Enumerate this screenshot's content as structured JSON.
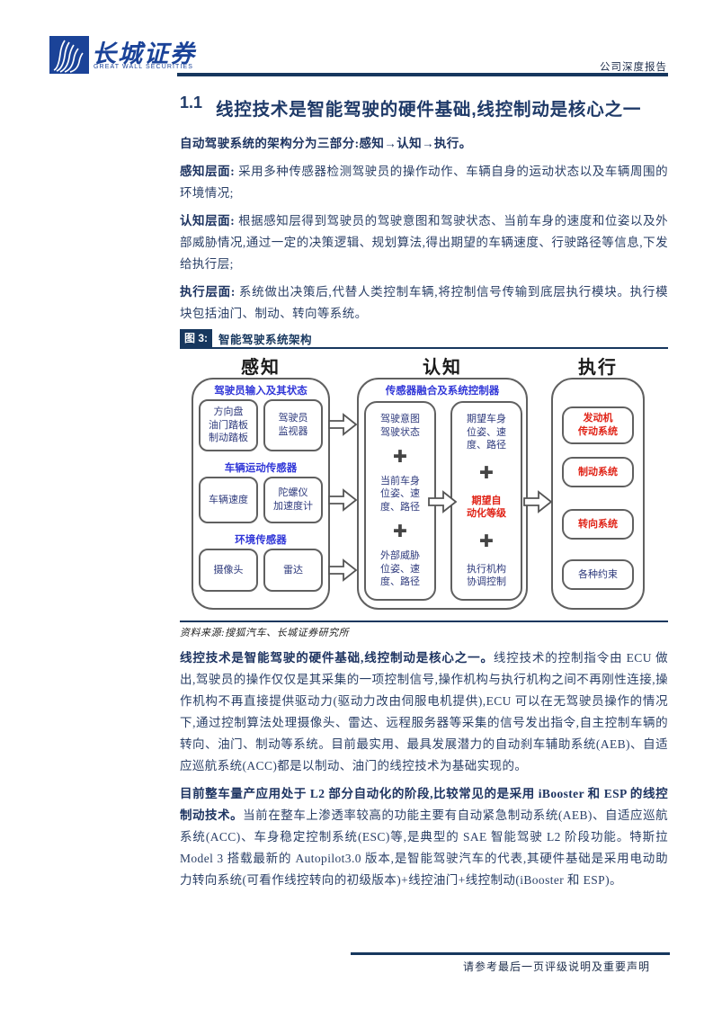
{
  "header": {
    "brand_cn": "长城证券",
    "brand_en": "GREAT WALL SECURITIES",
    "report_type": "公司深度报告"
  },
  "section": {
    "number": "1.1",
    "title": "线控技术是智能驾驶的硬件基础,线控制动是核心之一"
  },
  "paragraphs": {
    "intro": "自动驾驶系统的架构分为三部分:感知→认知→执行。",
    "p1_lead": "感知层面:",
    "p1_body": "采用多种传感器检测驾驶员的操作动作、车辆自身的运动状态以及车辆周围的环境情况;",
    "p2_lead": "认知层面:",
    "p2_body": "根据感知层得到驾驶员的驾驶意图和驾驶状态、当前车身的速度和位姿以及外部威胁情况,通过一定的决策逻辑、规划算法,得出期望的车辆速度、行驶路径等信息,下发给执行层;",
    "p3_lead": "执行层面:",
    "p3_body": "系统做出决策后,代替人类控制车辆,将控制信号传输到底层执行模块。执行模块包括油门、制动、转向等系统。",
    "p4_lead": "线控技术是智能驾驶的硬件基础,线控制动是核心之一。",
    "p4_body": "线控技术的控制指令由 ECU 做出,驾驶员的操作仅仅是其采集的一项控制信号,操作机构与执行机构之间不再刚性连接,操作机构不再直接提供驱动力(驱动力改由伺服电机提供),ECU 可以在无驾驶员操作的情况下,通过控制算法处理摄像头、雷达、远程服务器等采集的信号发出指令,自主控制车辆的转向、油门、制动等系统。目前最实用、最具发展潜力的自动刹车辅助系统(AEB)、自适应巡航系统(ACC)都是以制动、油门的线控技术为基础实现的。",
    "p5_lead": "目前整车量产应用处于 L2 部分自动化的阶段,比较常见的是采用 iBooster 和 ESP 的线控制动技术。",
    "p5_body": "当前在整车上渗透率较高的功能主要有自动紧急制动系统(AEB)、自适应巡航系统(ACC)、车身稳定控制系统(ESC)等,是典型的 SAE 智能驾驶 L2 阶段功能。特斯拉 Model 3 搭载最新的 Autopilot3.0 版本,是智能驾驶汽车的代表,其硬件基础是采用电动助力转向系统(可看作线控转向的初级版本)+线控油门+线控制动(iBooster 和 ESP)。"
  },
  "figure": {
    "label": "图 3:",
    "title": "智能驾驶系统架构",
    "source": "资料来源:搜狐汽车、长城证券研究所",
    "diagram": {
      "plus": "✚",
      "col1": {
        "header": "感知",
        "group1_label": "驾驶员输入及其状态",
        "group1_box1": "方向盘\n油门踏板\n制动踏板",
        "group1_box2": "驾驶员\n监视器",
        "group2_label": "车辆运动传感器",
        "group2_box1": "车辆速度",
        "group2_box2": "陀螺仪\n加速度计",
        "group3_label": "环境传感器",
        "group3_box1": "摄像头",
        "group3_box2": "雷达"
      },
      "col2": {
        "header": "认知",
        "label": "传感器融合及系统控制器",
        "stack1": [
          "驾驶意图\n驾驶状态",
          "当前车身\n位姿、速\n度、路径",
          "外部威胁\n位姿、速\n度、路径"
        ],
        "stack2": [
          "期望车身\n位姿、速\n度、路径",
          "期望自\n动化等级",
          "执行机构\n协调控制"
        ]
      },
      "col3": {
        "header": "执行",
        "box1": "发动机\n传动系统",
        "box2": "制动系统",
        "box3": "转向系统",
        "box4": "各种约束"
      }
    }
  },
  "footer": {
    "disclaimer": "请参考最后一页评级说明及重要声明"
  },
  "colors": {
    "navy": "#17375E",
    "brand_blue": "#1B4398",
    "diagram_label_blue": "#3137d8",
    "diagram_red": "#e02317"
  }
}
